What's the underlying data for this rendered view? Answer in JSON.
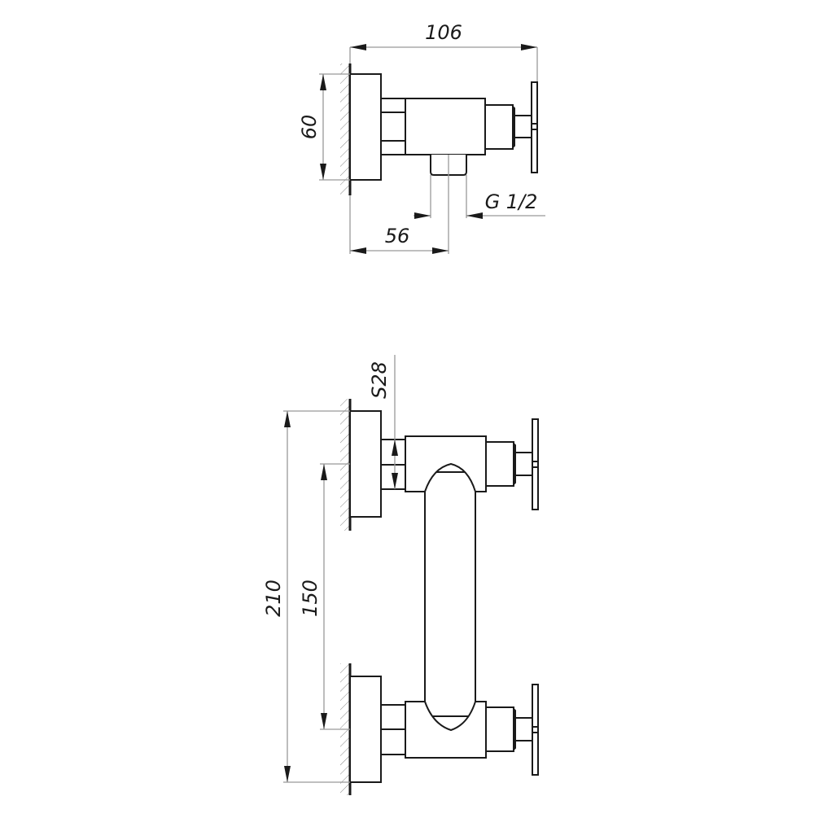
{
  "drawing": {
    "title": "Wall-mounted shower mixer – technical dimension drawing",
    "side_view": {
      "dimensions": {
        "overall_depth": "106",
        "height": "60",
        "outlet_offset": "56",
        "outlet_thread": "G 1/2"
      }
    },
    "front_view": {
      "dimensions": {
        "overall_height": "210",
        "center_distance": "150",
        "wrench_size": "S28"
      }
    },
    "colors": {
      "line": "#1a1a1a",
      "dimension_line": "#999999",
      "background": "#ffffff"
    }
  }
}
